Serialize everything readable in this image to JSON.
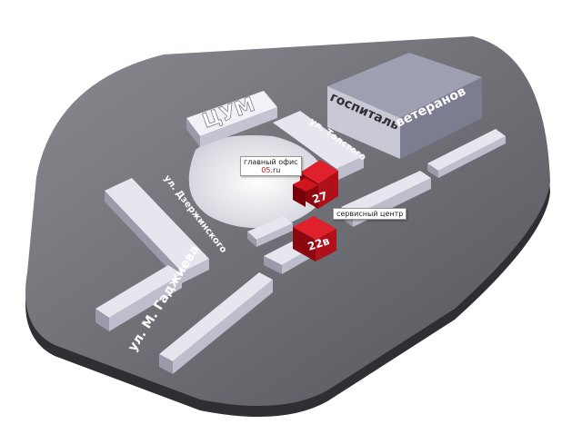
{
  "colors": {
    "base_top": "#6f6f76",
    "base_side": "#2e2e33",
    "building_top": "#d7d7e3",
    "building_side": "#9a9aab",
    "building_front": "#c3c3d1",
    "office_red": "#c0101a",
    "office_red_dark": "#7a0008",
    "plaza": "#e9e9ef"
  },
  "map": {
    "landmarks": {
      "tsum": "ЦУМ",
      "hospital_word1": "госпиталь",
      "hospital_word2": "ветеранов"
    },
    "streets": {
      "tolstogo": "ул. Толстого",
      "dzerzhinskogo": "ул. Дзержинского",
      "gadzhieva": "ул. М. Гаджиева"
    },
    "buildings": {
      "main_number": "27",
      "service_number": "22в"
    },
    "callouts": {
      "main_office_line1": "главный офис",
      "main_office_line2_prefix": "05",
      "main_office_line2_suffix": ".ru",
      "service_center": "сервисный центр"
    }
  }
}
